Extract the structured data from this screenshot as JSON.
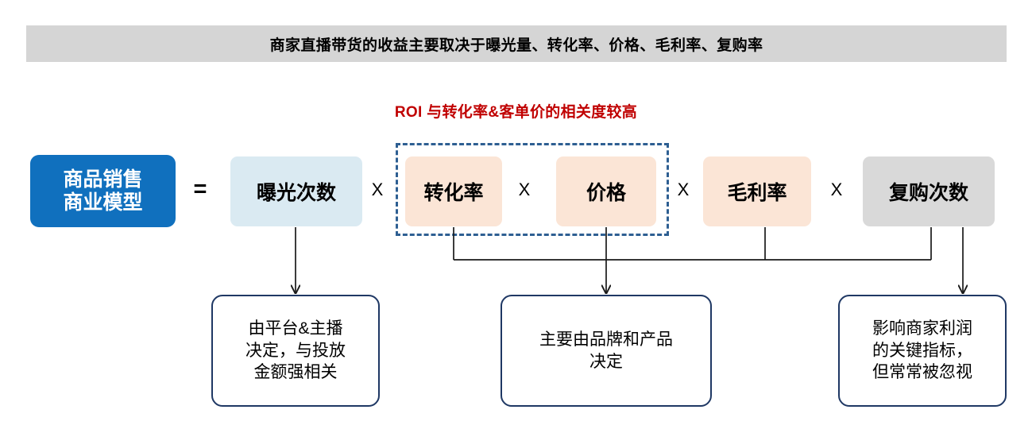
{
  "header": {
    "title": "商家直播带货的收益主要取决于曝光量、转化率、价格、毛利率、复购率",
    "bg_color": "#D5D5D5"
  },
  "annotation": {
    "text": "ROI 与转化率&客单价的相关度较高",
    "color": "#C00000"
  },
  "model_label": {
    "line1": "商品销售",
    "line2": "商业模型",
    "bg_color": "#1070BE",
    "text_color": "#FFFFFF"
  },
  "equation": {
    "equals": "=",
    "operators": [
      "X",
      "X",
      "X",
      "X"
    ],
    "terms": [
      {
        "label": "曝光次数",
        "fill": "#DAEAF2",
        "style": "blue"
      },
      {
        "label": "转化率",
        "fill": "#FBE5D6",
        "style": "peach"
      },
      {
        "label": "价格",
        "fill": "#FBE5D6",
        "style": "peach"
      },
      {
        "label": "毛利率",
        "fill": "#FBE5D6",
        "style": "peach"
      },
      {
        "label": "复购次数",
        "fill": "#D9D9D9",
        "style": "gray"
      }
    ]
  },
  "highlight": {
    "covers": [
      "转化率",
      "价格"
    ],
    "border_color": "#2E5F92",
    "border_style": "dashed"
  },
  "callouts": [
    {
      "lines": [
        "由平台&主播",
        "决定，与投放",
        "金额强相关"
      ],
      "source": "曝光次数"
    },
    {
      "lines": [
        "主要由品牌和产品",
        "决定"
      ],
      "source": "转化率 / 价格 / 毛利率 / 复购次数"
    },
    {
      "lines": [
        "影响商家利润",
        "的关键指标，",
        "但常常被忽视"
      ],
      "source": "复购次数"
    }
  ],
  "connector_color": "#1A1A1A",
  "callout_border_color": "#1F3864"
}
